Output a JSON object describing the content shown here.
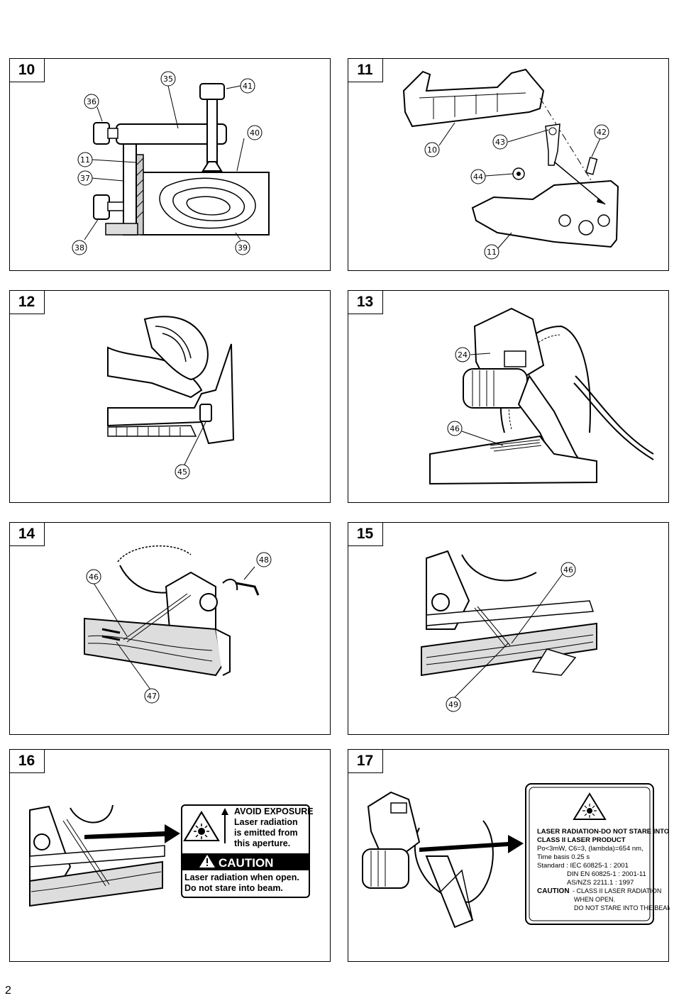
{
  "page_number": "2",
  "figures": [
    {
      "number": "10",
      "callouts": [
        "35",
        "41",
        "36",
        "40",
        "11",
        "37",
        "38",
        "39"
      ]
    },
    {
      "number": "11",
      "callouts": [
        "10",
        "43",
        "42",
        "44",
        "11"
      ]
    },
    {
      "number": "12",
      "callouts": [
        "45"
      ]
    },
    {
      "number": "13",
      "callouts": [
        "24",
        "46"
      ]
    },
    {
      "number": "14",
      "callouts": [
        "48",
        "46",
        "47"
      ]
    },
    {
      "number": "15",
      "callouts": [
        "46",
        "49"
      ]
    },
    {
      "number": "16",
      "callouts": []
    },
    {
      "number": "17",
      "callouts": []
    }
  ],
  "label16": {
    "line1": "AVOID EXPOSURE",
    "line2": "Laser radiation",
    "line3": "is emitted from",
    "line4": "this aperture.",
    "caution": "CAUTION",
    "line5": "Laser radiation when open.",
    "line6": "Do not stare into beam."
  },
  "label17": {
    "l1": "LASER RADIATION-DO NOT STARE INTO BEAM",
    "l2": "CLASS II LASER PRODUCT",
    "l3": "Po<3mW, C6=3, (lambda)=654 nm,",
    "l4": "Time basis 0.25 s",
    "l5": "Standard : IEC 60825-1 : 2001",
    "l6": "DIN EN 60825-1 : 2001-11",
    "l7": "AS/NZS 2211.1 : 1997",
    "l8a": "CAUTION",
    "l8b": "- CLASS II LASER RADIATION",
    "l9": "WHEN OPEN.",
    "l10": "DO NOT STARE INTO THE BEAM."
  }
}
